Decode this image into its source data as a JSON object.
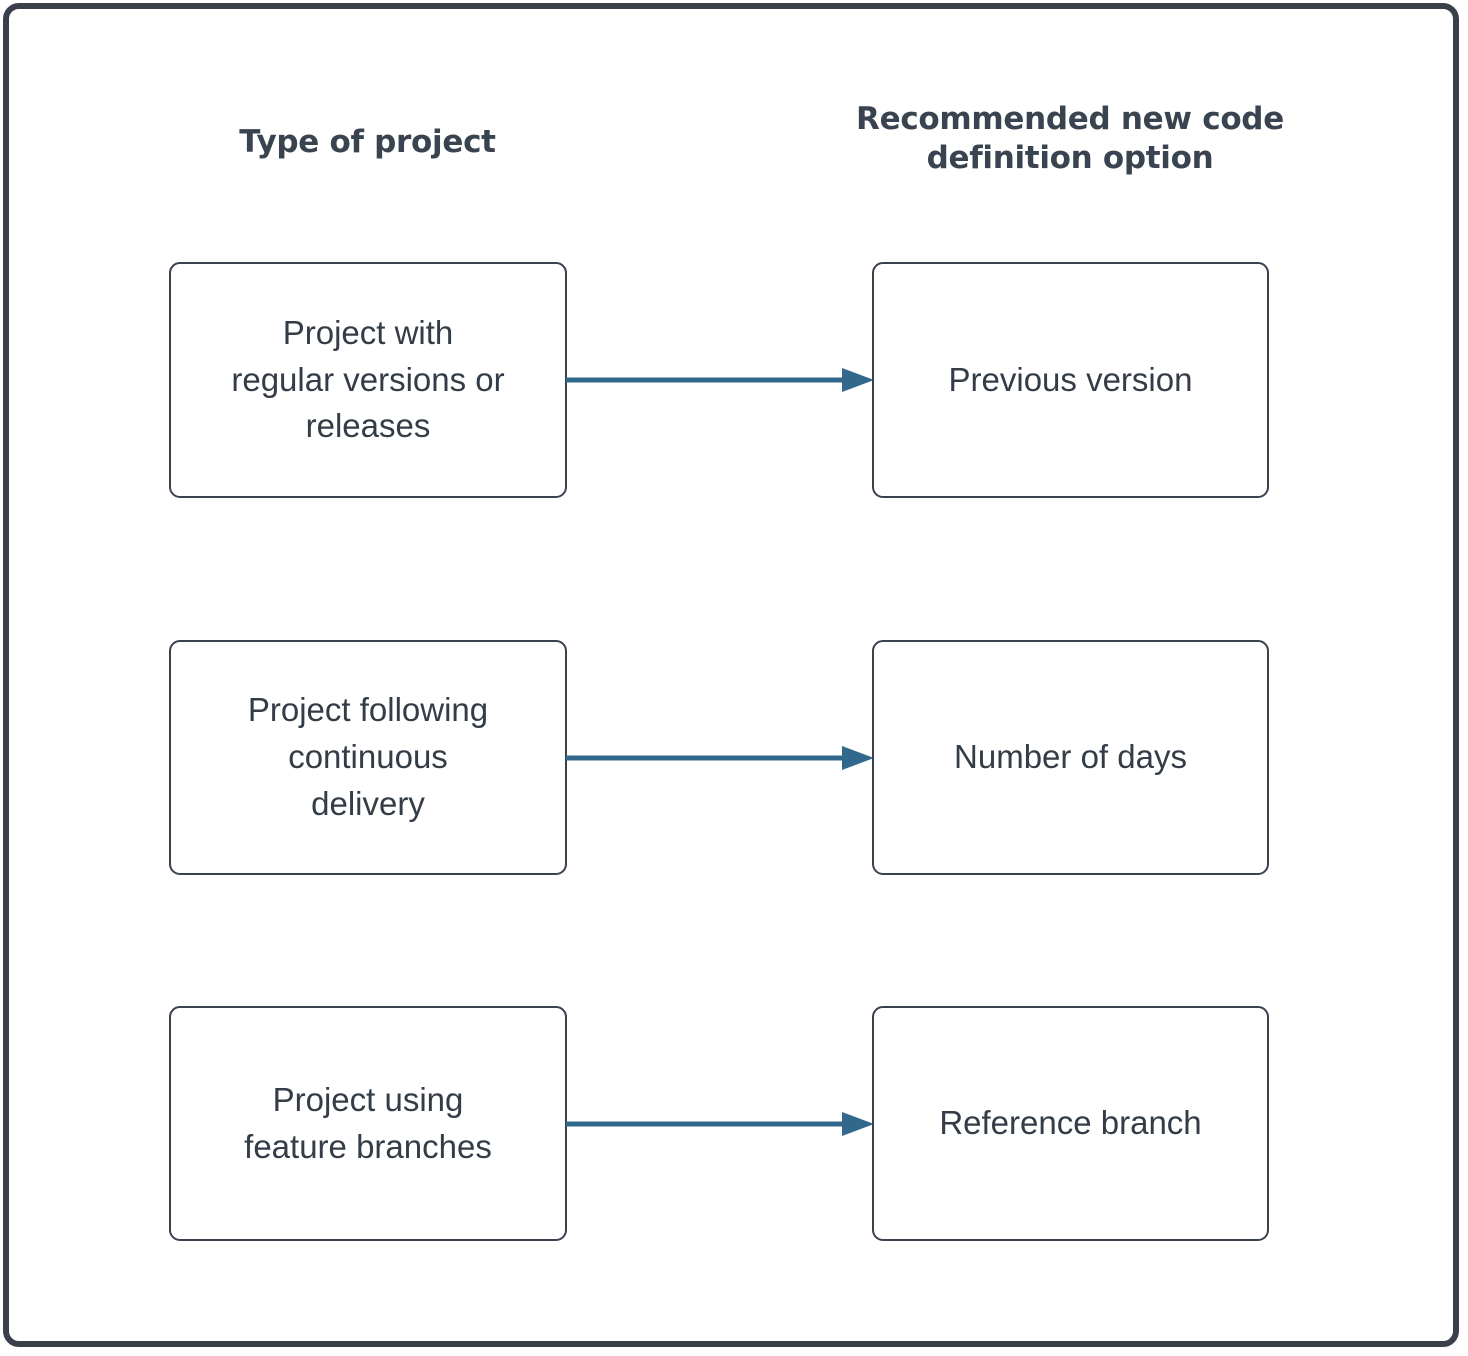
{
  "diagram": {
    "title_left": "Type of project",
    "title_right": "Recommended new code\ndefinition option",
    "colors": {
      "frame_border": "#3a404a",
      "box_border": "#39424d",
      "box_fill": "#ffffff",
      "text": "#333c47",
      "header_text": "#3a4450",
      "arrow": "#31688c"
    },
    "rows": [
      {
        "source_label": "Project with\nregular versions or\nreleases",
        "target_label": "Previous version",
        "arrow_icon": "arrow-right-icon"
      },
      {
        "source_label": "Project following\ncontinuous\ndelivery",
        "target_label": "Number of days",
        "arrow_icon": "arrow-right-icon"
      },
      {
        "source_label": "Project using\nfeature branches",
        "target_label": "Reference branch",
        "arrow_icon": "arrow-right-icon"
      }
    ]
  },
  "chart_data": {
    "type": "table",
    "title": "Recommended new code definition option by type of project",
    "columns": [
      "Type of project",
      "Recommended new code definition option"
    ],
    "rows": [
      [
        "Project with regular versions or releases",
        "Previous version"
      ],
      [
        "Project following continuous delivery",
        "Number of days"
      ],
      [
        "Project using feature branches",
        "Reference branch"
      ]
    ]
  }
}
